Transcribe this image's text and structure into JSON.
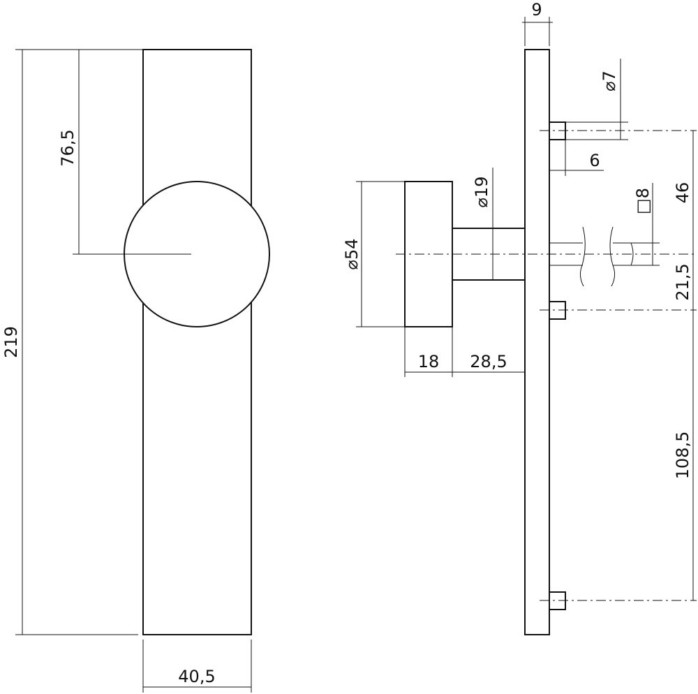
{
  "drawing": {
    "front_view": {
      "plate_height": "219",
      "plate_width": "40,5",
      "knob_center_from_top": "76,5"
    },
    "side_view": {
      "plate_thickness": "9",
      "pin_diameter": "⌀7",
      "pin_length": "6",
      "spindle_square": "□8",
      "knob_diameter": "⌀54",
      "neck_diameter": "⌀19",
      "knob_depth": "18",
      "neck_length": "28,5",
      "pin_to_axis": "46",
      "axis_to_pin": "21,5",
      "pin_to_bottom_pin": "108,5"
    }
  }
}
